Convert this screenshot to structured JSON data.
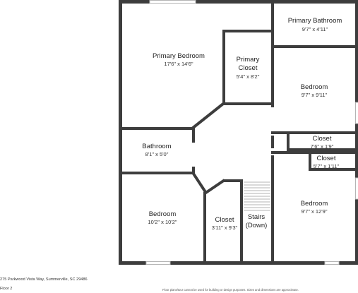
{
  "rooms": {
    "primary_bathroom": {
      "name": "Primary Bathroom",
      "dim": "9'7\" x 4'11\""
    },
    "primary_bedroom": {
      "name": "Primary Bedroom",
      "dim": "17'6\" x 14'6\""
    },
    "primary_closet": {
      "name1": "Primary",
      "name2": "Closet",
      "dim": "5'4\" x 8'2\""
    },
    "bedroom_east": {
      "name": "Bedroom",
      "dim": "9'7\" x 9'11\""
    },
    "closet_a": {
      "name": "Closet",
      "dim": "7'6\" x 1'9\""
    },
    "closet_b": {
      "name": "Closet",
      "dim": "5'7\" x 1'11\""
    },
    "bathroom": {
      "name": "Bathroom",
      "dim": "8'1\" x 5'0\""
    },
    "bedroom_sw": {
      "name": "Bedroom",
      "dim": "10'2\" x 10'2\""
    },
    "closet_c": {
      "name": "Closet",
      "dim": "3'11\" x 9'3\""
    },
    "stairs": {
      "name1": "Stairs",
      "name2": "(Down)"
    },
    "bedroom_se": {
      "name": "Bedroom",
      "dim": "9'7\" x 12'9\""
    }
  },
  "footer": {
    "address": "275 Parkwood Vista Way, Summerville, SC 29486",
    "floor": "Floor 2",
    "disclaimer": "Floor plans/tour cannot be used for building or design purposes. Sizes and dimensions are approximate."
  }
}
